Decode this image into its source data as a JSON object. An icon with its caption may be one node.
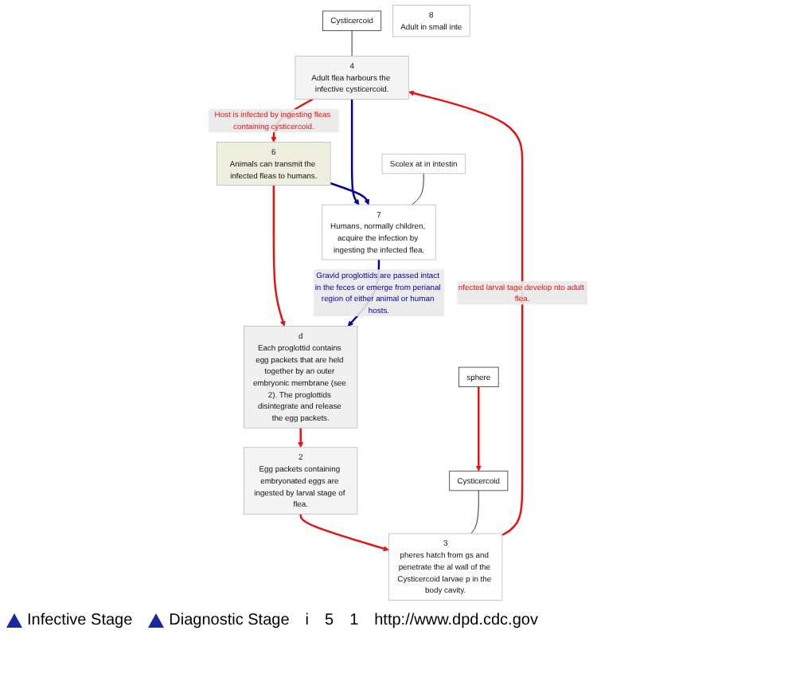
{
  "diagram": {
    "nodes": [
      {
        "text": [
          "Cysticercoid"
        ]
      },
      {
        "text": [
          "4",
          "Adult flea harbours the infective cysticercoid."
        ]
      },
      {
        "text": [
          "6",
          "Animals can transmit the infected fleas to humans."
        ]
      },
      {
        "text": [
          "7",
          "Humans, normally children, acquire the infection by ingesting the infected flea."
        ]
      },
      {
        "text": [
          "Scolex at in intestin"
        ]
      },
      {
        "text": [
          "8",
          "Adult in small inte"
        ]
      },
      {
        "text": [
          "d",
          "Each proglottid contains egg packets that are held together by an outer embryonic membrane (see 2). The proglottids disintegrate and release the egg packets."
        ]
      },
      {
        "text": [
          "2",
          "Egg packets containing embryonated eggs are ingested by larval stage of flea."
        ]
      },
      {
        "text": [
          "sphere"
        ]
      },
      {
        "text": [
          "Cysticercoid"
        ]
      },
      {
        "text": [
          "3",
          "pheres hatch from gs and penetrate the al wall of the Cysticercoid larvae p in the body cavity."
        ]
      }
    ],
    "edges": [
      {
        "from": 0,
        "to": 1,
        "arrow": "none",
        "color": "#000000"
      },
      {
        "from": 10,
        "to": 1,
        "arrow": "to",
        "label": "nfected larval tage develop nto adult flea."
      },
      {
        "from": 1,
        "to": 2,
        "arrow": "to",
        "label": "Host is infected by ingesting fleas containing cysticercoid."
      },
      {
        "from": 1,
        "to": 3,
        "arrow": "to",
        "color": "#00009c"
      },
      {
        "from": 2,
        "to": 3,
        "arrow": "to",
        "color": "#00009c"
      },
      {
        "from": 2,
        "to": 6,
        "arrow": "to"
      },
      {
        "from": 3,
        "to": 6,
        "arrow": "to",
        "color": "#00009c",
        "label": "Gravid proglottids are passed intact in the feces or emerge from perianal region of either animal or human hosts."
      },
      {
        "from": 4,
        "to": 3,
        "arrow": "none",
        "color": "#000000"
      },
      {
        "from": 6,
        "to": 7,
        "arrow": "to"
      },
      {
        "from": 7,
        "to": 10,
        "arrow": "to"
      },
      {
        "from": 8,
        "to": 9,
        "arrow": "to"
      },
      {
        "from": 9,
        "to": 10,
        "arrow": "none",
        "color": "#000000"
      }
    ],
    "labels": [
      "i",
      "5",
      "1",
      "http://www.dpd.cdc.gov"
    ],
    "legend": [
      {
        "text": "Infective Stage"
      },
      {
        "text": "Diagnostic Stage"
      }
    ]
  }
}
